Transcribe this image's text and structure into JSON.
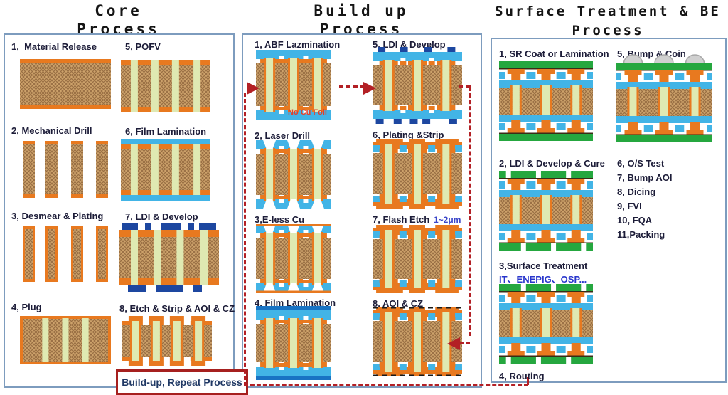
{
  "page": {
    "background": "#ffffff"
  },
  "panels": [
    {
      "title": [
        "Core",
        "Process"
      ],
      "steps": [
        {
          "label": "1,  Material Release",
          "diagram": "core-blank"
        },
        {
          "label": "2, Mechanical Drill",
          "diagram": "drilled"
        },
        {
          "label": "3, Desmear & Plating",
          "diagram": "plated"
        },
        {
          "label": "4, Plug",
          "diagram": "plugged"
        },
        {
          "label": "5, POFV",
          "diagram": "pofv"
        },
        {
          "label": "6, Film Lamination",
          "diagram": "film-lamination"
        },
        {
          "label": "7, LDI & Develop",
          "diagram": "ldi-develop"
        },
        {
          "label": "8, Etch & Strip & AOI & CZ",
          "diagram": "etched"
        }
      ],
      "callout": "Build-up, Repeat Process"
    },
    {
      "title": [
        "Build up",
        "Process"
      ],
      "steps": [
        {
          "label": "1, ABF Lazmination",
          "diagram": "abf",
          "note": "No Cu Foil"
        },
        {
          "label": "2, Laser Drill",
          "diagram": "laser-drill"
        },
        {
          "label": "3,E-less Cu",
          "diagram": "eless-cu"
        },
        {
          "label": "4, Film Lamination",
          "diagram": "film-lamination-2"
        },
        {
          "label": "5, LDI & Develop",
          "diagram": "ldi-2"
        },
        {
          "label": "6, Plating &Strip",
          "diagram": "plating-strip"
        },
        {
          "label": "7, Flash Etch",
          "diagram": "flash-etch",
          "note": "1~2μm"
        },
        {
          "label": "8, AOI & CZ",
          "diagram": "aoi-cz"
        }
      ]
    },
    {
      "title": [
        "Surface Treatment & BE",
        "Process"
      ],
      "steps": [
        {
          "label": "1, SR Coat or Lamination",
          "diagram": "sr-coat"
        },
        {
          "label": "2, LDI & Develop & Cure",
          "diagram": "ldi-3"
        },
        {
          "label": "3,Surface Treatment",
          "diagram": "surface-treatment",
          "note": "IT、ENEPIG、OSP..."
        },
        {
          "label": "4, Routing"
        },
        {
          "label": "5, Bump & Coin",
          "diagram": "bump-coin"
        },
        {
          "label": "6, O/S Test"
        },
        {
          "label": "7, Bump AOI"
        },
        {
          "label": "8, Dicing"
        },
        {
          "label": "9, FVI"
        },
        {
          "label": "10, FQA"
        },
        {
          "label": "11,Packing"
        }
      ]
    }
  ],
  "colors": {
    "copper": "#e8791f",
    "core": "#cda26b",
    "core_hatch": "#8a6038",
    "via_fill": "#dfe9b2",
    "film_blue": "#42b4e6",
    "resist_navy": "#1d47a0",
    "film_dark_blue": "#1873c4",
    "solder_green": "#25a73f",
    "bump_gray": "#d0d0d0",
    "arrow_red": "#b32025",
    "label_text": "#1c1c38",
    "note_blue": "#3b46c9",
    "note_red": "#e2402c",
    "callout_text": "#1f3864",
    "callout_border": "#a6201f",
    "panel_border": "#7d9cbe"
  }
}
